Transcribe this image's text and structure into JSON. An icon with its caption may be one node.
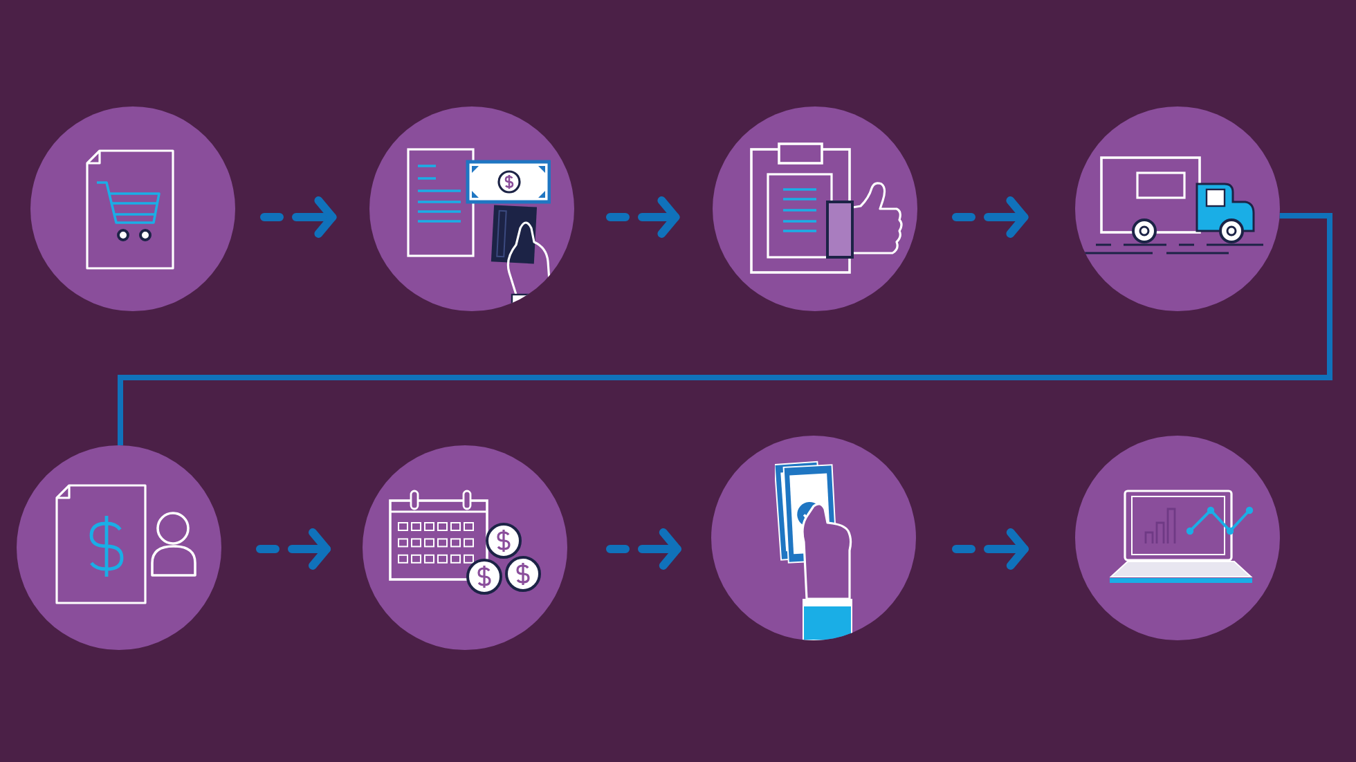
{
  "diagram": {
    "nodes": [
      {
        "text": [],
        "shape": "circle"
      },
      {
        "text": [],
        "shape": "circle"
      },
      {
        "text": [],
        "shape": "circle"
      },
      {
        "text": [],
        "shape": "circle"
      },
      {
        "text": [],
        "shape": "circle"
      },
      {
        "text": [],
        "shape": "circle"
      },
      {
        "text": [],
        "shape": "circle"
      },
      {
        "text": [],
        "shape": "circle"
      }
    ],
    "edges": [
      {
        "from": 0,
        "to": 1,
        "arrow": "to",
        "style": "dashed"
      },
      {
        "from": 1,
        "to": 2,
        "arrow": "to",
        "style": "dashed"
      },
      {
        "from": 2,
        "to": 3,
        "arrow": "to",
        "style": "dashed"
      },
      {
        "from": 3,
        "to": 4,
        "arrow": "none"
      },
      {
        "from": 4,
        "to": 5,
        "arrow": "to",
        "style": "dashed"
      },
      {
        "from": 5,
        "to": 6,
        "arrow": "to",
        "style": "dashed"
      },
      {
        "from": 6,
        "to": 7,
        "arrow": "to",
        "style": "dashed"
      }
    ]
  }
}
